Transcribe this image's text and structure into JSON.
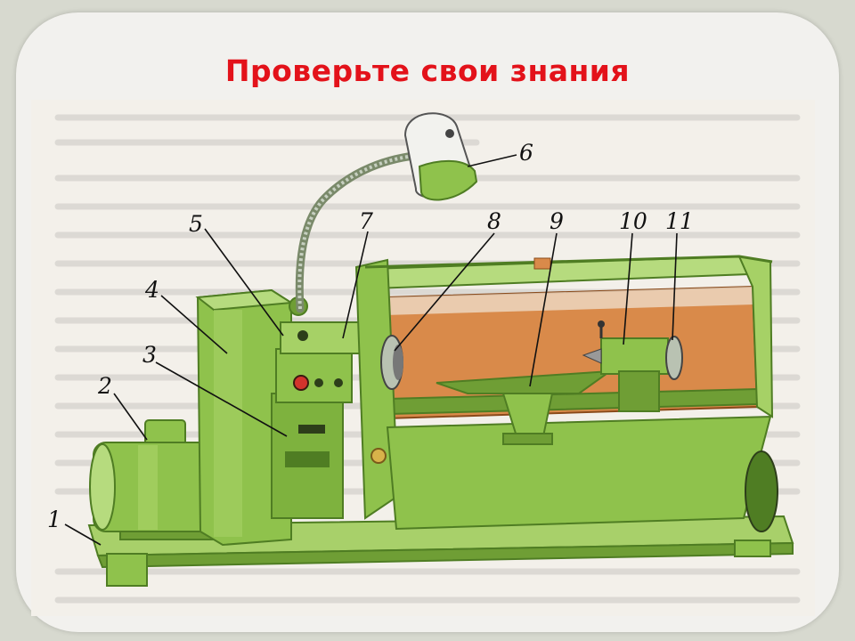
{
  "slide": {
    "title": "Проверьте свои знания"
  },
  "figure": {
    "callouts": [
      {
        "id": "1",
        "label": "1"
      },
      {
        "id": "2",
        "label": "2"
      },
      {
        "id": "3",
        "label": "3"
      },
      {
        "id": "4",
        "label": "4"
      },
      {
        "id": "5",
        "label": "5"
      },
      {
        "id": "6",
        "label": "6"
      },
      {
        "id": "7",
        "label": "7"
      },
      {
        "id": "8",
        "label": "8"
      },
      {
        "id": "9",
        "label": "9"
      },
      {
        "id": "10",
        "label": "10"
      },
      {
        "id": "11",
        "label": "11"
      }
    ],
    "colors": {
      "machine_green": "#8fc24c",
      "machine_dark": "#5e8f2c",
      "machine_light": "#b6db7e",
      "wood": "#d98a4a",
      "background_paper": "#f2efe8"
    }
  }
}
